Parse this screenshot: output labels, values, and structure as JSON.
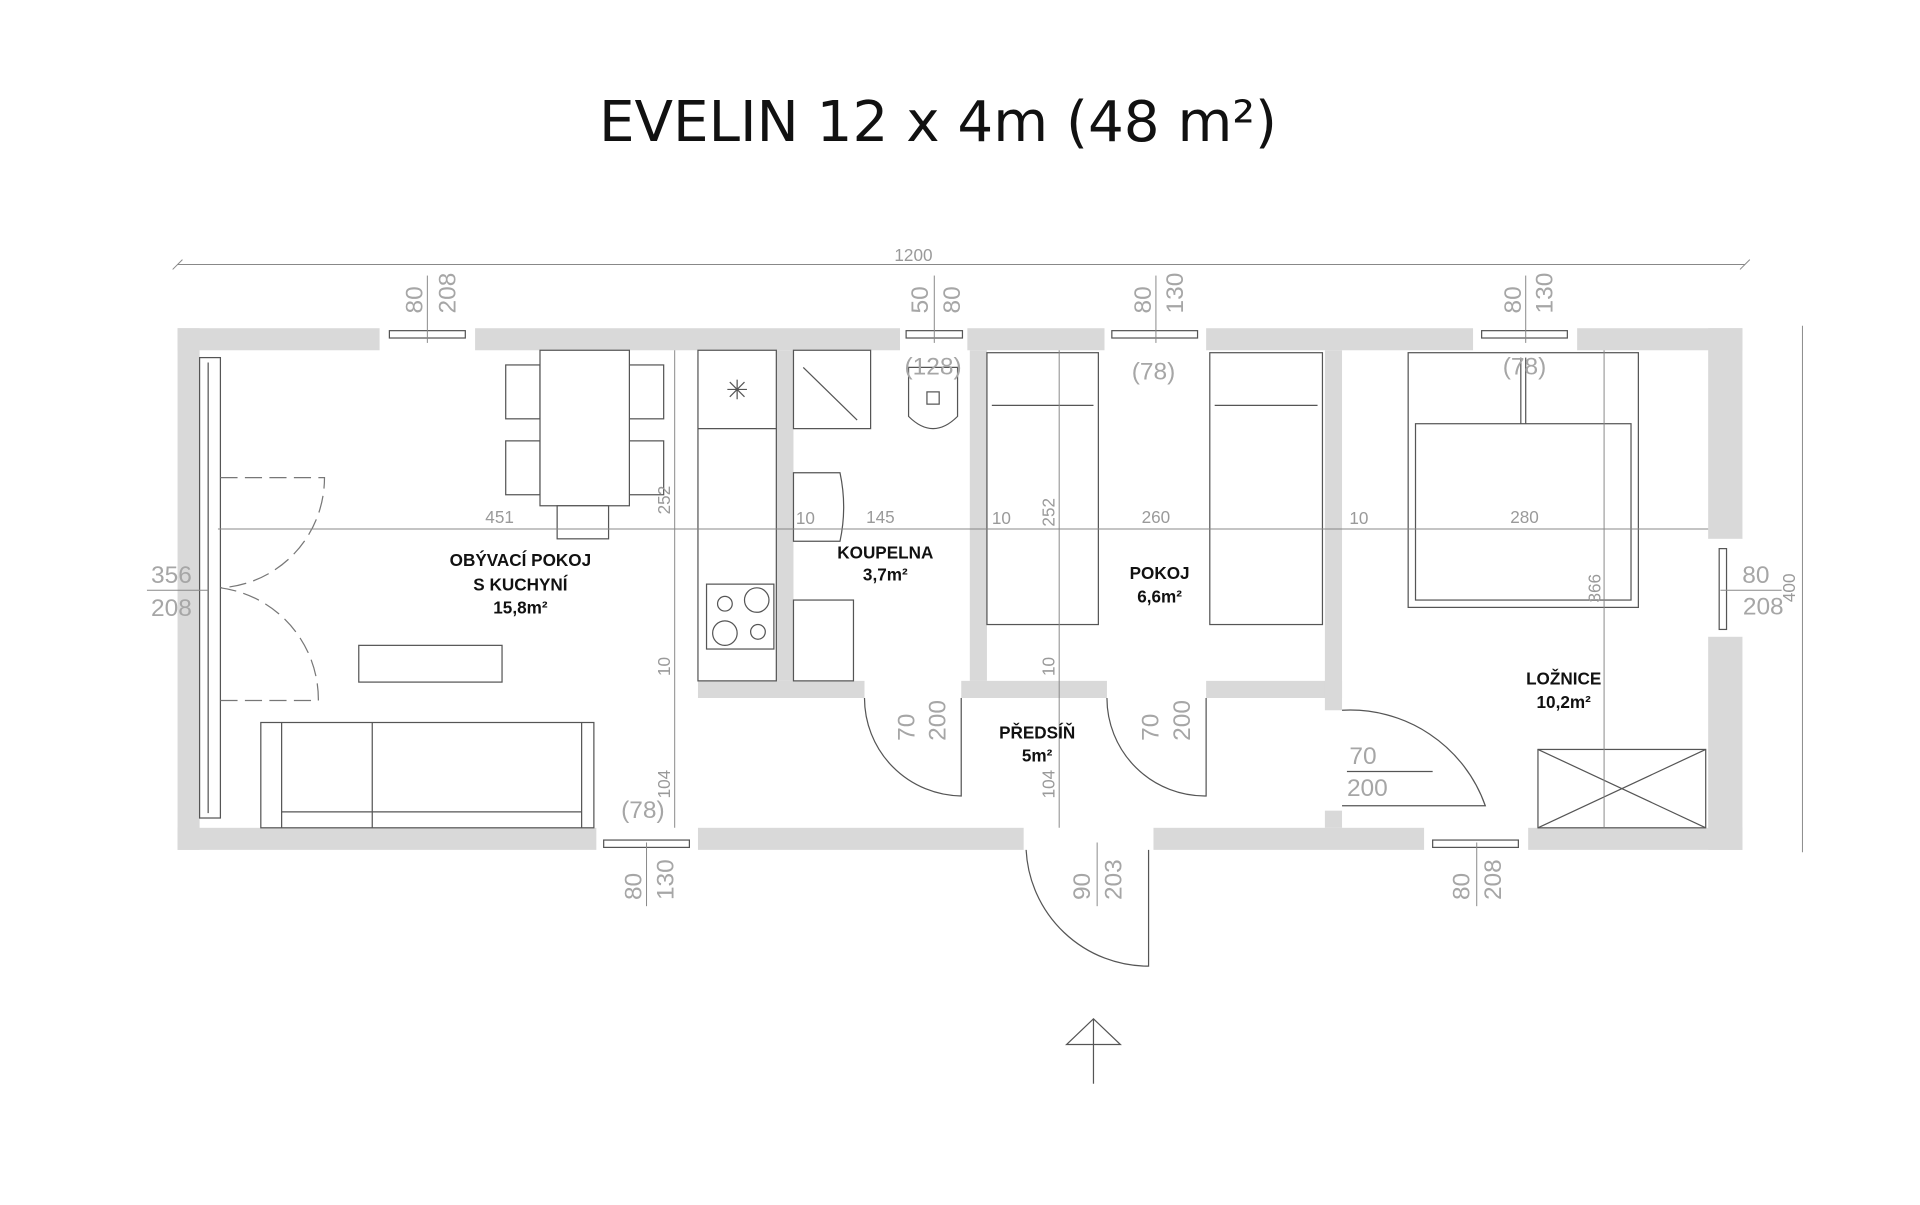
{
  "title": "EVELIN 12 x 4m (48 m²)",
  "rooms": [
    {
      "name_line1": "OBÝVACÍ POKOJ",
      "name_line2": "S KUCHYNÍ",
      "area": "15,8m²"
    },
    {
      "name": "KOUPELNA",
      "area": "3,7m²"
    },
    {
      "name": "POKOJ",
      "area": "6,6m²"
    },
    {
      "name": "PŘEDSÍŇ",
      "area": "5m²"
    },
    {
      "name": "LOŽNICE",
      "area": "10,2m²"
    }
  ],
  "dimensions": {
    "total_length": "1200",
    "total_width": "400",
    "living_width": "451",
    "bath_width": "145",
    "pokoj_width": "260",
    "loznice_width": "280",
    "wall_a": "10",
    "wall_b": "10",
    "wall_c": "10",
    "wall_d": "10",
    "wall_e": "10",
    "depth_living": "252",
    "depth_pokoj": "252",
    "hall_a": "104",
    "hall_b": "104",
    "loznice_depth": "366"
  },
  "openings": {
    "top_living": {
      "w": "80",
      "h": "208"
    },
    "top_bath": {
      "w": "50",
      "h": "80",
      "sill": "(128)"
    },
    "top_pokoj": {
      "w": "80",
      "h": "130",
      "sill": "(78)"
    },
    "top_loznice": {
      "w": "80",
      "h": "130",
      "sill": "(78)"
    },
    "left_door": {
      "w": "356",
      "h": "208"
    },
    "right_window": {
      "w": "80",
      "h": "208"
    },
    "bottom_living": {
      "w": "80",
      "h": "130",
      "sill": "(78)"
    },
    "entrance": {
      "w": "90",
      "h": "203"
    },
    "bottom_loznice": {
      "w": "80",
      "h": "208"
    },
    "door_bath": {
      "w": "70",
      "h": "200"
    },
    "door_pokoj": {
      "w": "70",
      "h": "200"
    },
    "door_loznice": {
      "w": "70",
      "h": "200"
    }
  },
  "colors": {
    "wall": "#d9d9d9",
    "dimension": "#9a9a9a"
  }
}
